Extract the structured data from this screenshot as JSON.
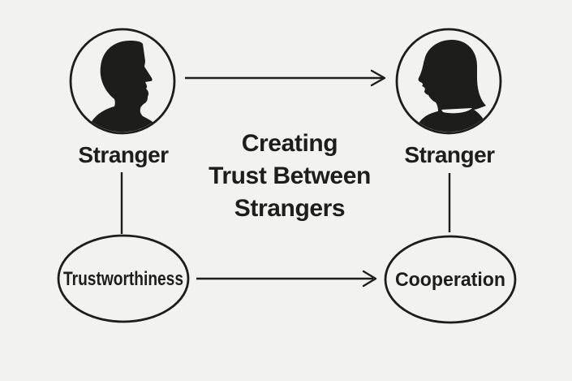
{
  "diagram": {
    "title": {
      "line1": "Creating",
      "line2": "Trust Between",
      "line3": "Strangers"
    },
    "left_person": {
      "label": "Stranger",
      "icon": "man-profile-silhouette-icon"
    },
    "right_person": {
      "label": "Stranger",
      "icon": "woman-profile-silhouette-icon"
    },
    "factor_left": {
      "label": "Trustworthiness"
    },
    "factor_right": {
      "label": "Cooperation"
    },
    "edges": {
      "top_arrow": "left-stranger to right-stranger",
      "bottom_arrow": "trustworthiness to cooperation",
      "left_link": "left-stranger to trustworthiness",
      "right_link": "right-stranger to cooperation"
    },
    "colors": {
      "background": "#f2f2f0",
      "ink": "#1d1d1b",
      "shape_fill": "#f5f5f3"
    }
  }
}
